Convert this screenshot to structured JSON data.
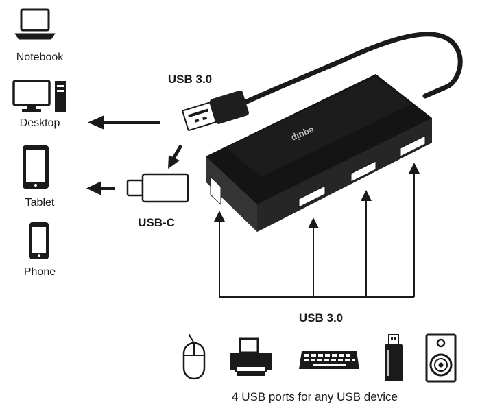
{
  "devices": {
    "notebook": "Notebook",
    "desktop": "Desktop",
    "tablet": "Tablet",
    "phone": "Phone"
  },
  "connectors": {
    "usb_a_label": "USB 3.0",
    "usb_c_label": "USB-C",
    "ports_label": "USB 3.0"
  },
  "hub": {
    "brand": "equip"
  },
  "caption": "4 USB ports for any USB device",
  "peripherals": [
    "mouse-icon",
    "printer-icon",
    "keyboard-icon",
    "usb-stick-icon",
    "speaker-icon"
  ],
  "colors": {
    "ink": "#1a1a1a",
    "hub_body": "#2b2b2b",
    "hub_top": "#141414"
  }
}
